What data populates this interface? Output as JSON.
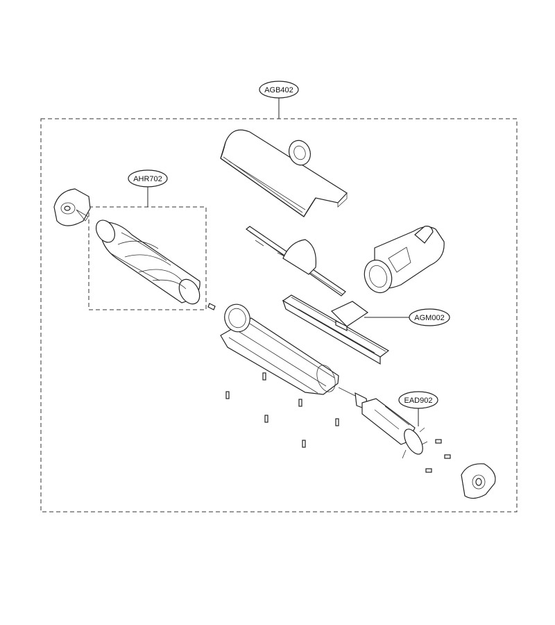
{
  "diagram": {
    "callouts": {
      "agb": "AGB402",
      "ahr": "AHR702",
      "agm": "AGM002",
      "ead": "EAD902"
    }
  },
  "colors": {
    "line": "#222222",
    "background": "#ffffff"
  }
}
